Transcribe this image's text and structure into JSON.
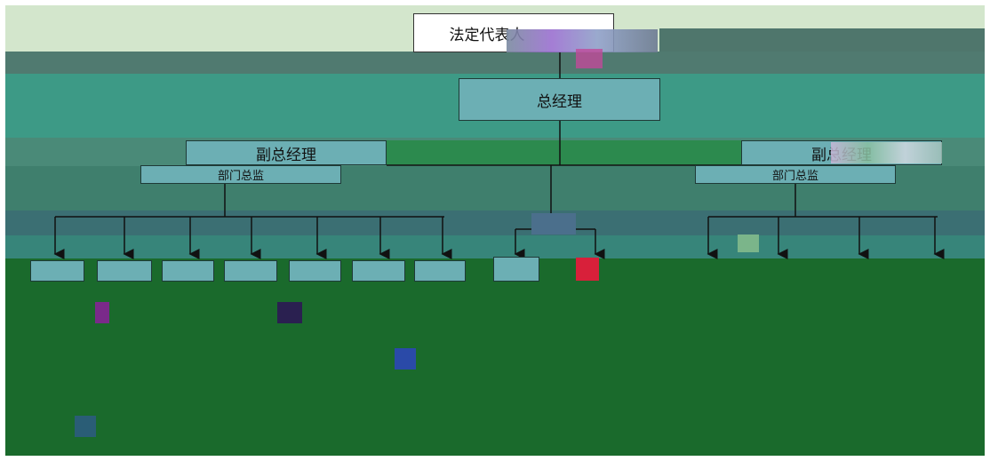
{
  "org_chart": {
    "top_label": "法定代表人",
    "general_manager": "总经理",
    "vp_left": "副总经理",
    "vp_right": "副总经理",
    "vp_left_under": "部门总监",
    "vp_right_under": "部门总监"
  },
  "colors": {
    "top_band": "#d3e6cc",
    "dark_band": "#507a70",
    "teal_band": "#3d9a86",
    "mid_band": "#4a8a78",
    "green_body": "#1a6a2c",
    "box_fill": "#6cafb4"
  }
}
